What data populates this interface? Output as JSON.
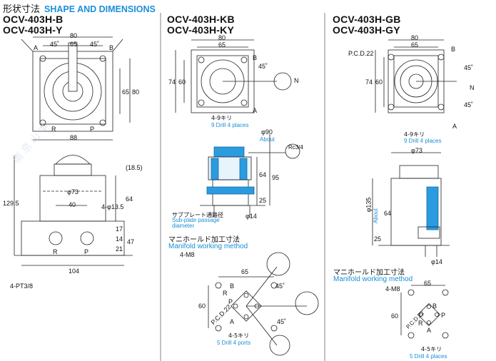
{
  "header": {
    "title_jp": "形状寸法",
    "title_en": "SHAPE AND DIMENSIONS"
  },
  "models": {
    "b": {
      "line1": "OCV-403H-B",
      "line2": "OCV-403H-Y"
    },
    "kb": {
      "line1": "OCV-403H-KB",
      "line2": "OCV-403H-KY"
    },
    "gb": {
      "line1": "OCV-403H-GB",
      "line2": "OCV-403H-GY"
    }
  },
  "dims_b": {
    "top_width": "80",
    "top_inner": "65",
    "bottom_width": "88",
    "side_65": "65",
    "side_80": "80",
    "angle_a": "45˚",
    "angle_b": "45˚",
    "port_r": "R",
    "port_p": "P",
    "port_a": "A",
    "port_b": "B",
    "height_total": "129.5",
    "height_64": "64",
    "height_185": "(18.5)",
    "phi73": "φ73",
    "w40": "40",
    "d135": "4-φ13.5",
    "h17": "17",
    "h14": "14",
    "h47": "47",
    "h21": "21",
    "w104": "104",
    "port_note": "4-PT3/8",
    "port_r2": "R",
    "port_p2": "P"
  },
  "dims_kb": {
    "top_width": "80",
    "top_inner": "65",
    "side_74": "74",
    "side_60": "60",
    "angle": "45˚",
    "n": "N",
    "a": "A",
    "b": "B",
    "drill_jp": "4-9キリ",
    "drill_en": "9 Drill 4 places",
    "phi90": "φ90",
    "about": "About",
    "rc": "Rc3/4",
    "h64": "64",
    "h95": "95",
    "h25": "25",
    "phi14": "φ14",
    "subplate_jp": "サブプレート通路径",
    "subplate_en": "Sub-plate passage diameter",
    "manifold_jp": "マニホールド加工寸法",
    "manifold_en": "Manifold working method",
    "m8": "4-M8",
    "w65": "65",
    "h60": "60",
    "pcd": "P.C.D.22",
    "ang45a": "45˚",
    "ang45b": "45˚",
    "pr": "R",
    "pp": "P",
    "pa": "A",
    "pb": "B",
    "drill5_jp": "4-5キリ",
    "drill5_en": "5 Drill 4 ports"
  },
  "dims_gb": {
    "top_width": "80",
    "top_inner": "65",
    "pcd": "P.C.D.22",
    "side_74": "74",
    "side_60": "60",
    "b": "B",
    "n": "N",
    "a": "A",
    "ang1": "45˚",
    "ang2": "45˚",
    "drill_jp": "4-9キリ",
    "drill_en": "9 Drill 4 places",
    "phi73": "φ73",
    "phi135": "φ135",
    "about": "About",
    "h64": "64",
    "h25": "25",
    "phi14": "φ14",
    "manifold_jp": "マニホールド加工寸法",
    "manifold_en": "Manifold working method",
    "m8": "4-M8",
    "w65": "65",
    "h60": "60",
    "pcd2": "P.C.D.22",
    "pb": "B",
    "pp": "P",
    "pr": "R",
    "pa": "A",
    "drill5_jp": "4-5キリ",
    "drill5_en": "5 Drill 4 places"
  }
}
